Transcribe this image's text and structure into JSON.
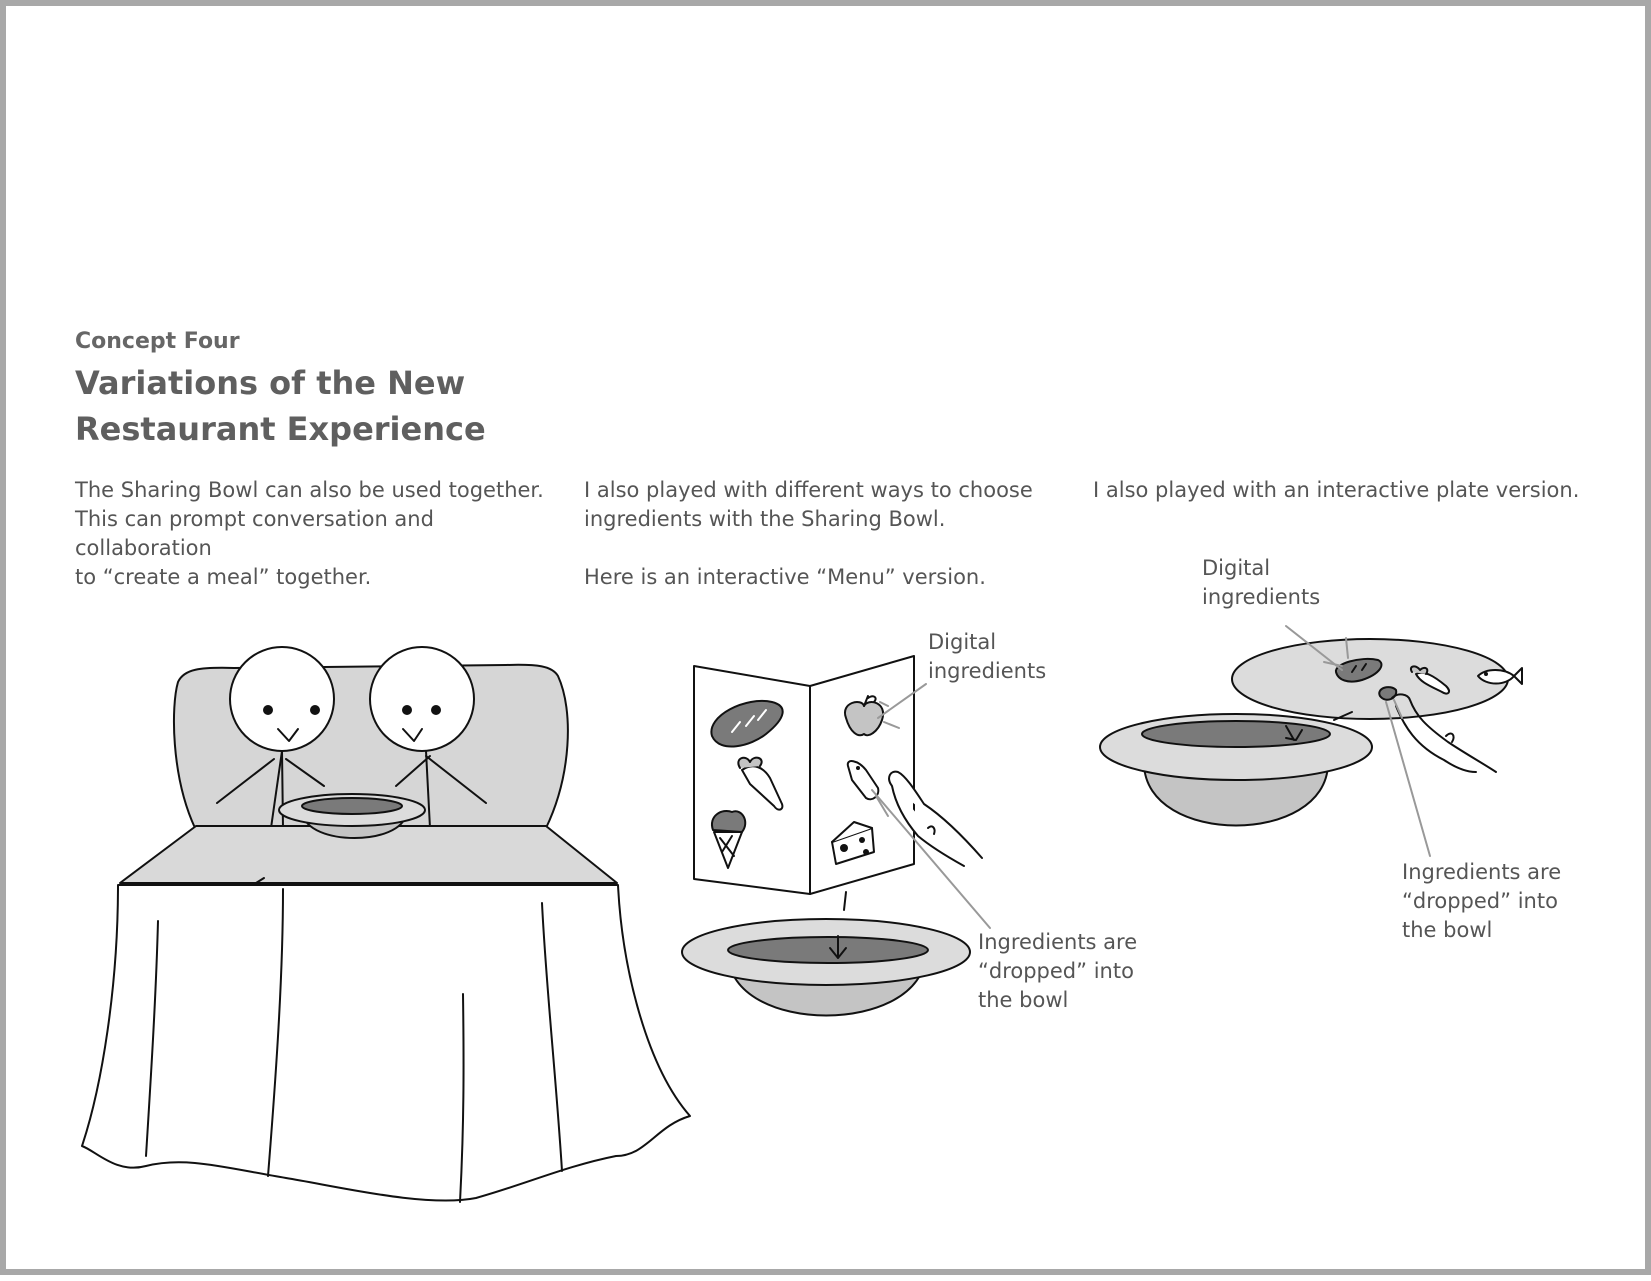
{
  "header": {
    "eyebrow": "Concept Four",
    "title_lines": [
      "Variations of the New",
      "Restaurant Experience"
    ]
  },
  "columns": [
    {
      "paragraphs": [
        [
          "The Sharing Bowl can also be used together.",
          "This can prompt conversation and collaboration",
          "to “create a meal” together."
        ]
      ]
    },
    {
      "paragraphs": [
        [
          "I also played with different ways to choose",
          "ingredients with the Sharing Bowl."
        ],
        [
          "Here is an interactive “Menu” version."
        ]
      ]
    },
    {
      "paragraphs": [
        [
          "I also played with an interactive plate version."
        ]
      ]
    }
  ],
  "labels": {
    "menu_digital": [
      "Digital",
      "ingredients"
    ],
    "menu_dropped": [
      "Ingredients are",
      "“dropped” into",
      "the bowl"
    ],
    "plate_digital": [
      "Digital",
      "ingredients"
    ],
    "plate_dropped": [
      "Ingredients are",
      "“dropped” into",
      "the bowl"
    ]
  },
  "colors": {
    "line": "#111111",
    "fill_light": "#d9d9d9",
    "fill_mid": "#c4c4c4",
    "fill_dark": "#7a7a7a",
    "pointer": "#999999",
    "text": "#555555"
  }
}
